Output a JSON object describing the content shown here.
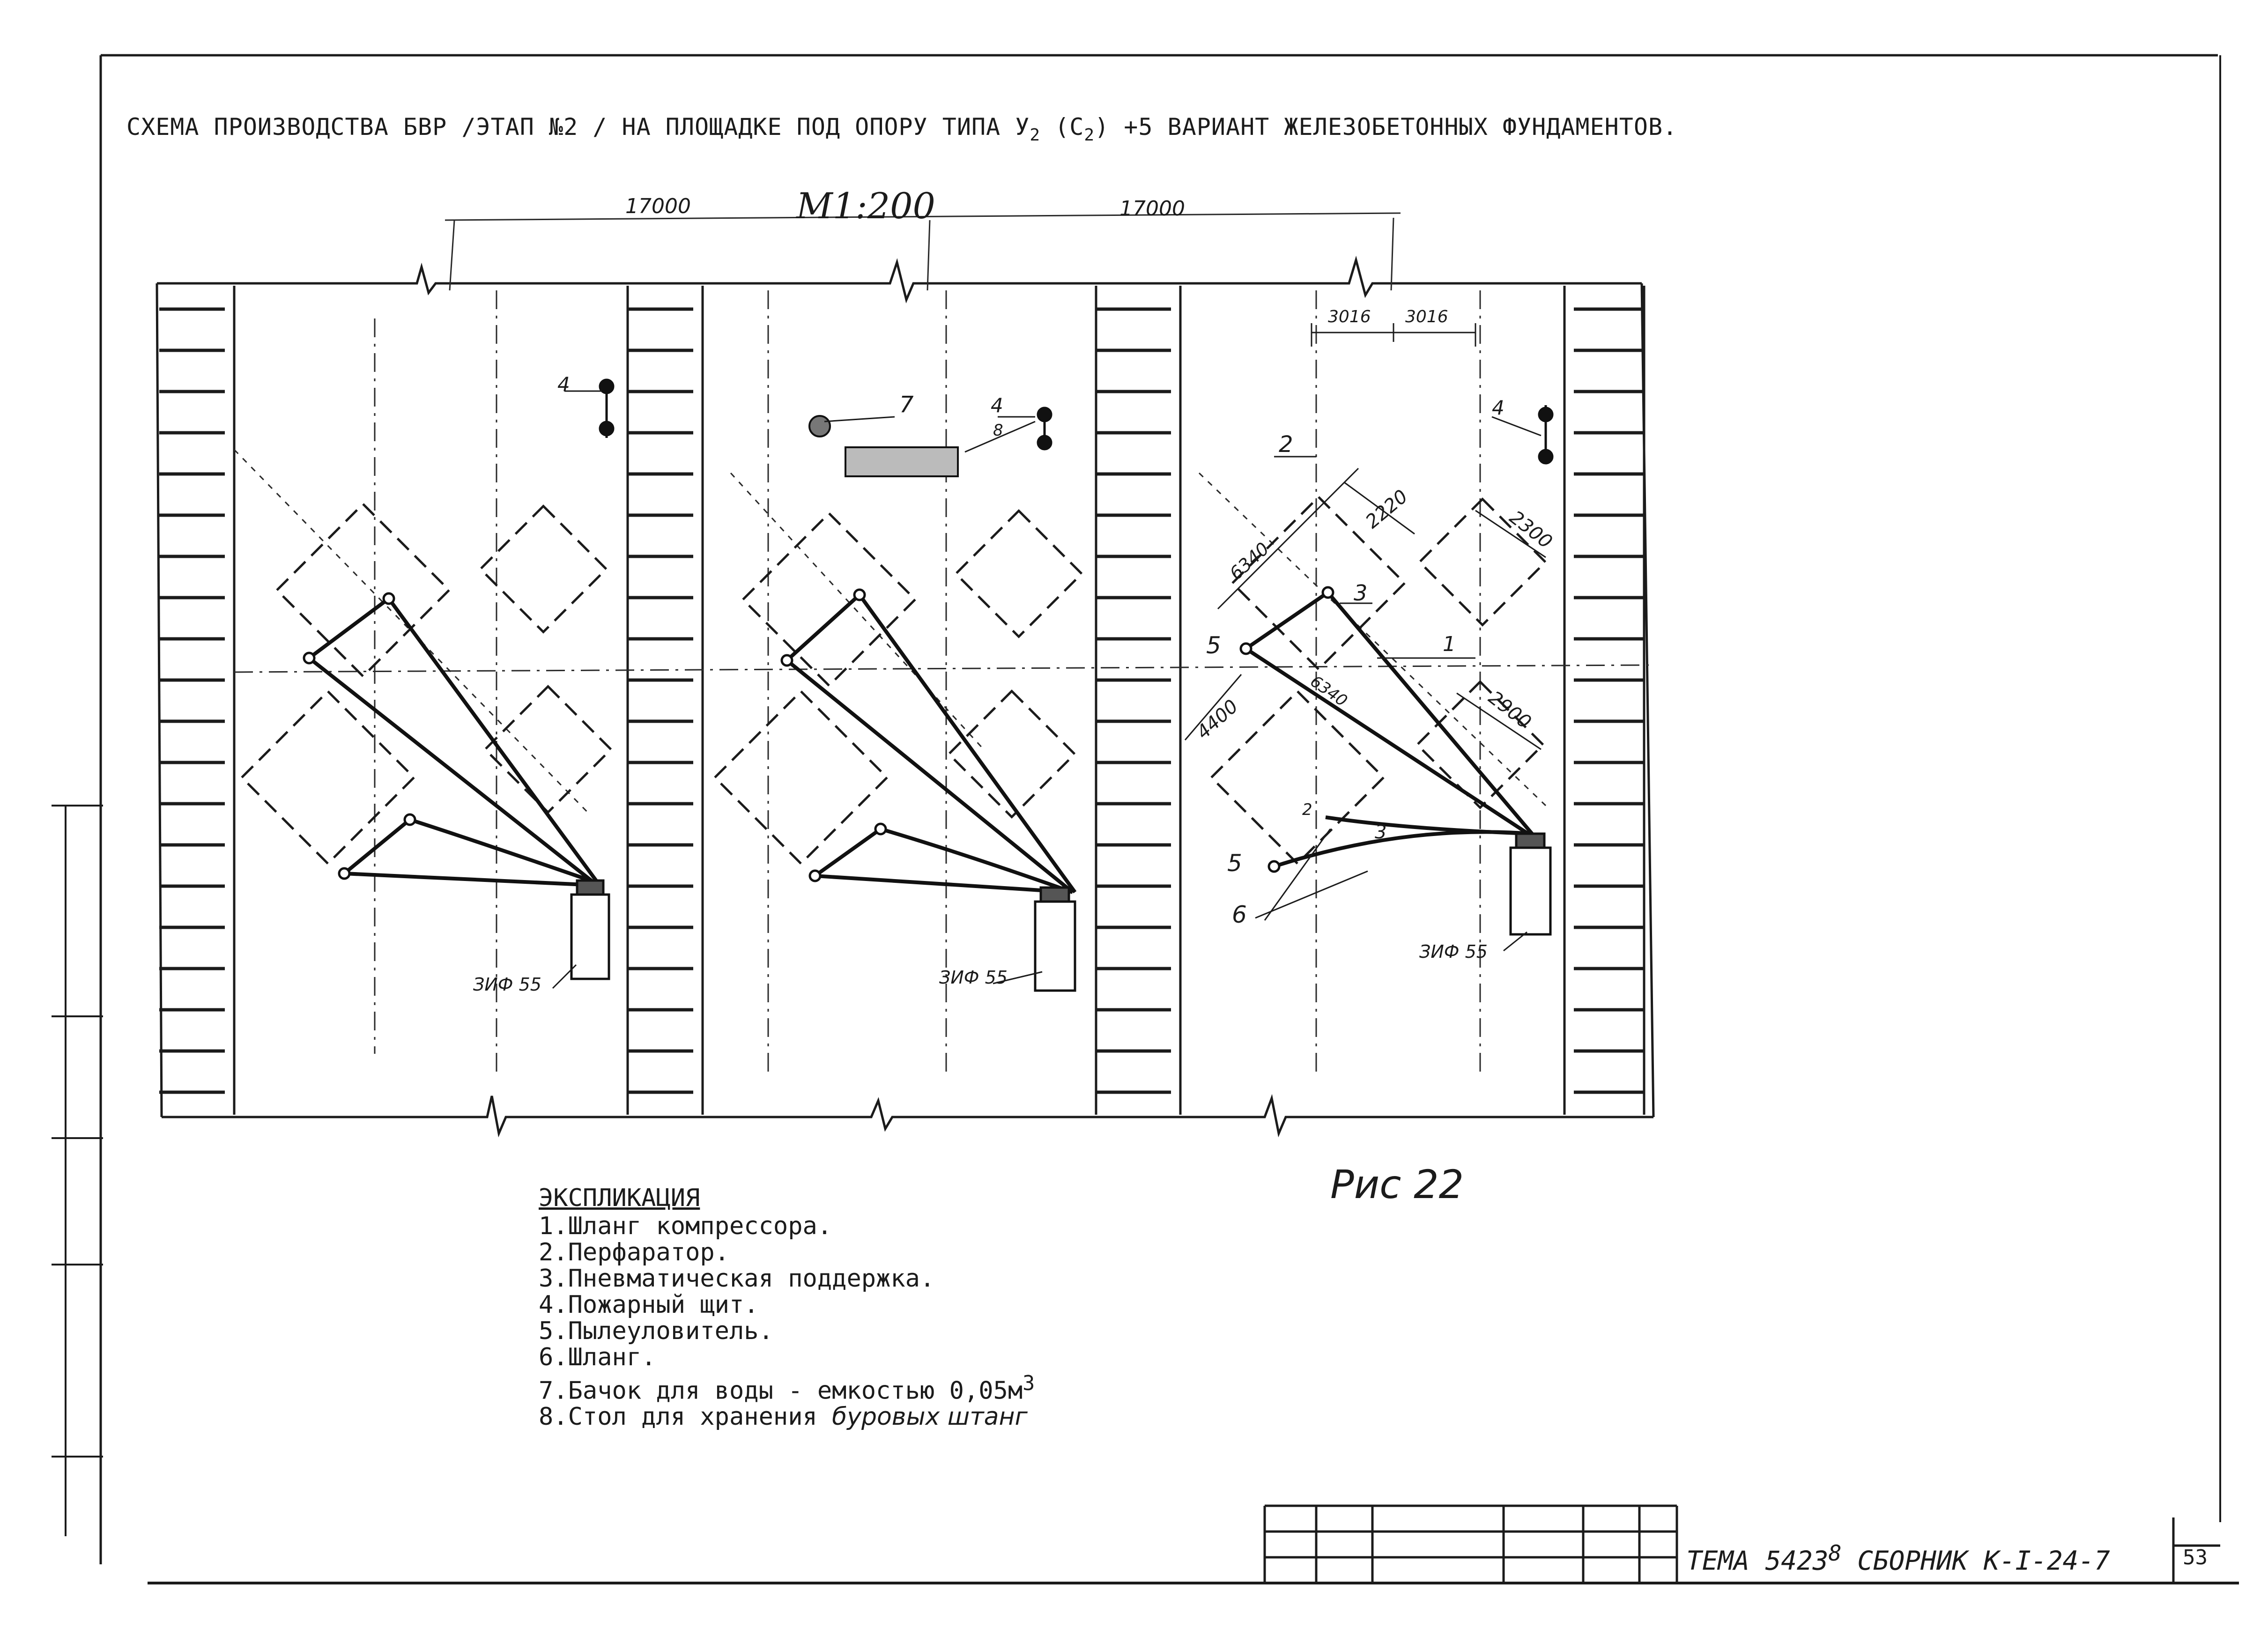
{
  "title": {
    "main": "СХЕМА ПРОИЗВОДСТВА БВР /ЭТАП №2 / НА ПЛОЩАДКЕ ПОД ОПОРУ   ТИПА У",
    "sub1": "2",
    "mid": " (С",
    "sub2": "2",
    "tail": ") +5 ВАРИАНТ ЖЕЛЕЗОБЕТОННЫХ ФУНДАМЕНТОВ."
  },
  "scale": "М1:200",
  "dimensions": {
    "top_left": "17000",
    "top_right": "17000",
    "d3016a": "3016",
    "d3016b": "3016",
    "d2220": "2220",
    "d6340a": "6340",
    "d6340b": "6340",
    "d4400": "4400",
    "d2300": "2300",
    "d2900": "2900"
  },
  "markers": {
    "m1": "1",
    "m2": "2",
    "m3": "3",
    "m4": "4",
    "m5": "5",
    "m6": "6",
    "m7": "7",
    "m8": "8",
    "compressor": "ЗИФ 55"
  },
  "legend": {
    "heading": "ЭКСПЛИКАЦИЯ",
    "items": [
      "1.Шланг компрессора.",
      "2.Перфаратор.",
      "3.Пневматическая поддержка.",
      "4.Пожарный щит.",
      "5.Пылеуловитель.",
      "6.Шланг."
    ],
    "item7_text": "7.Бачок для воды - емкостью 0,05м",
    "item7_sup": "3",
    "item8_text": "8.Стол для хранения ",
    "item8_hand": "буровых штанг"
  },
  "figure_label": "Рис 22",
  "stamp": {
    "prefix": "ТЕМА 5423",
    "sup": "8",
    "suffix": " СБОРНИК К-I-24-7",
    "sheet": "53"
  }
}
